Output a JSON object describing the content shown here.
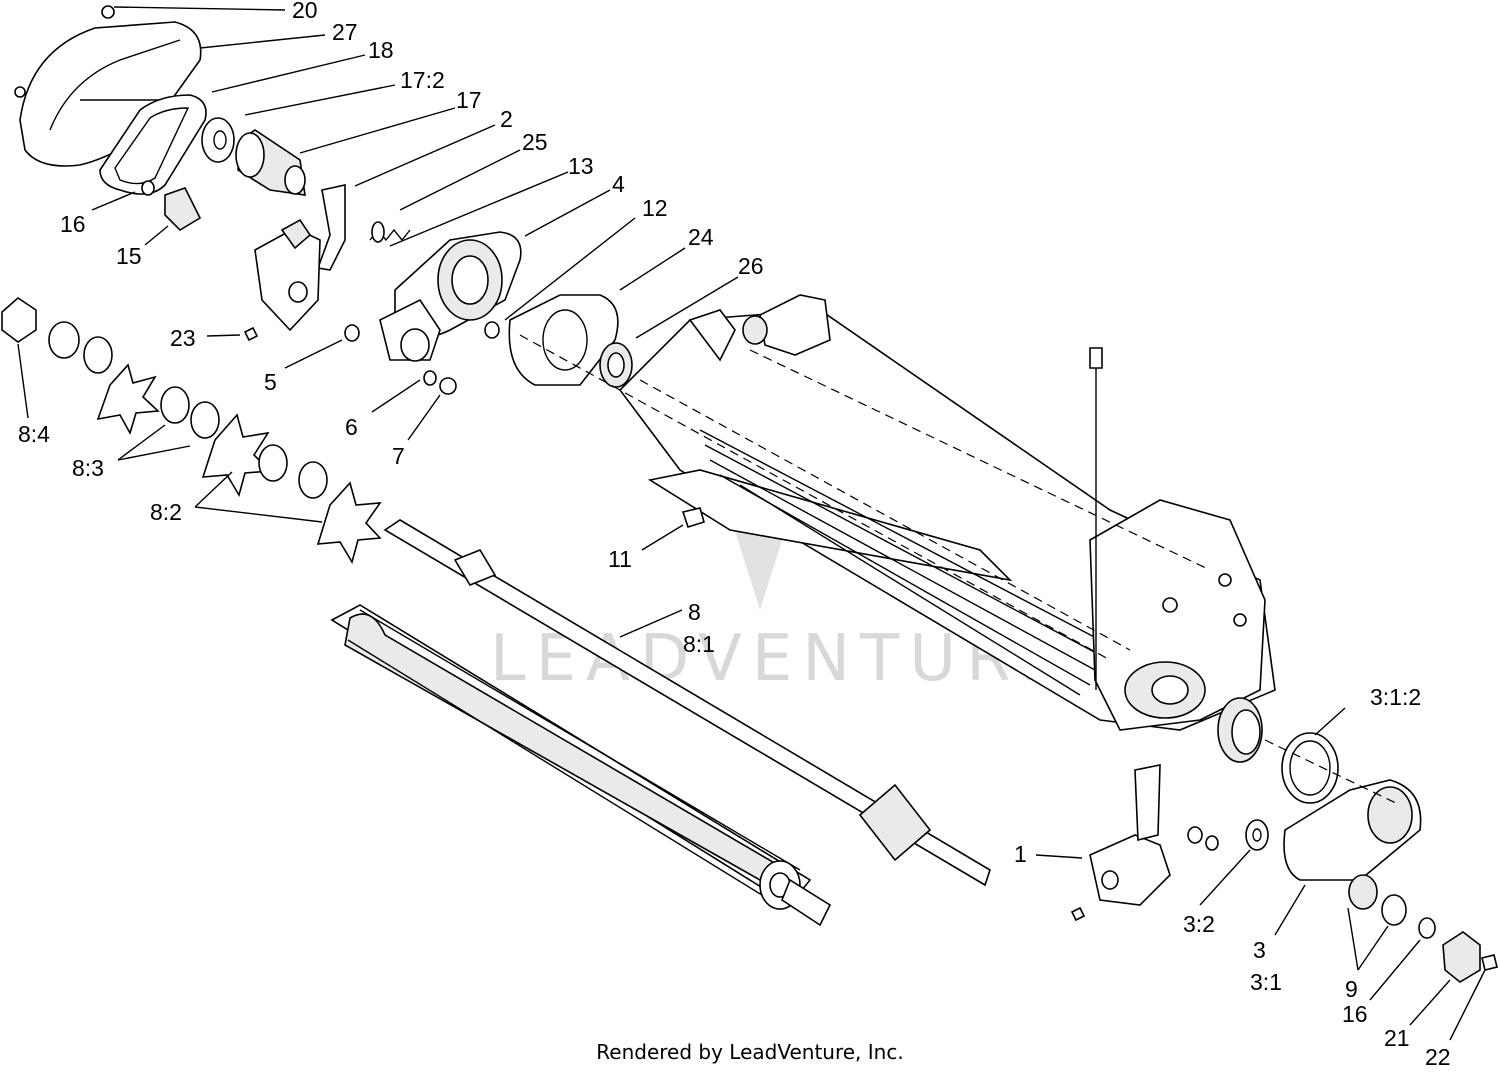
{
  "watermark": "LEADVENTURE",
  "footer": "Rendered by LeadVenture, Inc.",
  "callouts": [
    {
      "id": "c20",
      "text": "20"
    },
    {
      "id": "c27",
      "text": "27"
    },
    {
      "id": "c18",
      "text": "18"
    },
    {
      "id": "c17-2",
      "text": "17:2"
    },
    {
      "id": "c17",
      "text": "17"
    },
    {
      "id": "c2",
      "text": "2"
    },
    {
      "id": "c25",
      "text": "25"
    },
    {
      "id": "c13",
      "text": "13"
    },
    {
      "id": "c4",
      "text": "4"
    },
    {
      "id": "c12",
      "text": "12"
    },
    {
      "id": "c24",
      "text": "24"
    },
    {
      "id": "c26",
      "text": "26"
    },
    {
      "id": "c16a",
      "text": "16"
    },
    {
      "id": "c15",
      "text": "15"
    },
    {
      "id": "c23",
      "text": "23"
    },
    {
      "id": "c5",
      "text": "5"
    },
    {
      "id": "c6",
      "text": "6"
    },
    {
      "id": "c7",
      "text": "7"
    },
    {
      "id": "c8-4",
      "text": "8:4"
    },
    {
      "id": "c8-3",
      "text": "8:3"
    },
    {
      "id": "c8-2",
      "text": "8:2"
    },
    {
      "id": "c11",
      "text": "11"
    },
    {
      "id": "c8",
      "text": "8"
    },
    {
      "id": "c8-1",
      "text": "8:1"
    },
    {
      "id": "c3-1-2",
      "text": "3:1:2"
    },
    {
      "id": "c1",
      "text": "1"
    },
    {
      "id": "c3-2",
      "text": "3:2"
    },
    {
      "id": "c3",
      "text": "3"
    },
    {
      "id": "c3-1",
      "text": "3:1"
    },
    {
      "id": "c9",
      "text": "9"
    },
    {
      "id": "c16b",
      "text": "16"
    },
    {
      "id": "c21",
      "text": "21"
    },
    {
      "id": "c22",
      "text": "22"
    }
  ]
}
